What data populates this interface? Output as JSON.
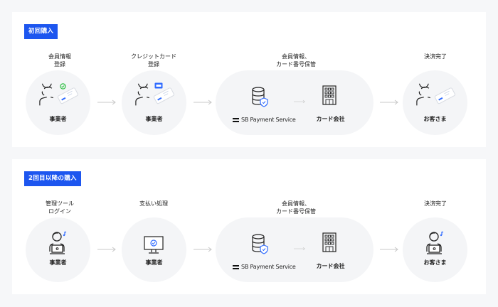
{
  "colors": {
    "background": "#f6f7f9",
    "panel": "#ffffff",
    "badge": "#1d56ef",
    "node_fill": "#f4f5f7",
    "accent_blue": "#2f6bff",
    "accent_green": "#36c24a",
    "arrow": "#c8c8c8"
  },
  "sections": [
    {
      "badge": "初回購入",
      "steps": [
        {
          "label": "会員情報\n登録",
          "node": "事業者",
          "icon": "operator-headset-with-terminal-check-icon"
        },
        {
          "label": "クレジットカード\n登録",
          "node": "事業者",
          "icon": "operator-headset-with-terminal-card-icon"
        },
        {
          "label": "会員情報、\nカード番号保管",
          "nodes": [
            "SB Payment Service",
            "カード会社"
          ],
          "icons": [
            "database-shield-icon",
            "building-icon"
          ]
        },
        {
          "label": "決済完了",
          "node": "お客さま",
          "icon": "customer-with-terminal-icon"
        }
      ]
    },
    {
      "badge": "2回目以降の購入",
      "steps": [
        {
          "label": "管理ツール\nログイン",
          "node": "事業者",
          "icon": "operator-laptop-icon"
        },
        {
          "label": "支払い処理",
          "node": "事業者",
          "icon": "monitor-check-icon"
        },
        {
          "label": "会員情報、\nカード番号保管",
          "nodes": [
            "SB Payment Service",
            "カード会社"
          ],
          "icons": [
            "database-shield-icon",
            "building-icon"
          ]
        },
        {
          "label": "決済完了",
          "node": "お客さま",
          "icon": "customer-laptop-icon"
        }
      ]
    }
  ]
}
